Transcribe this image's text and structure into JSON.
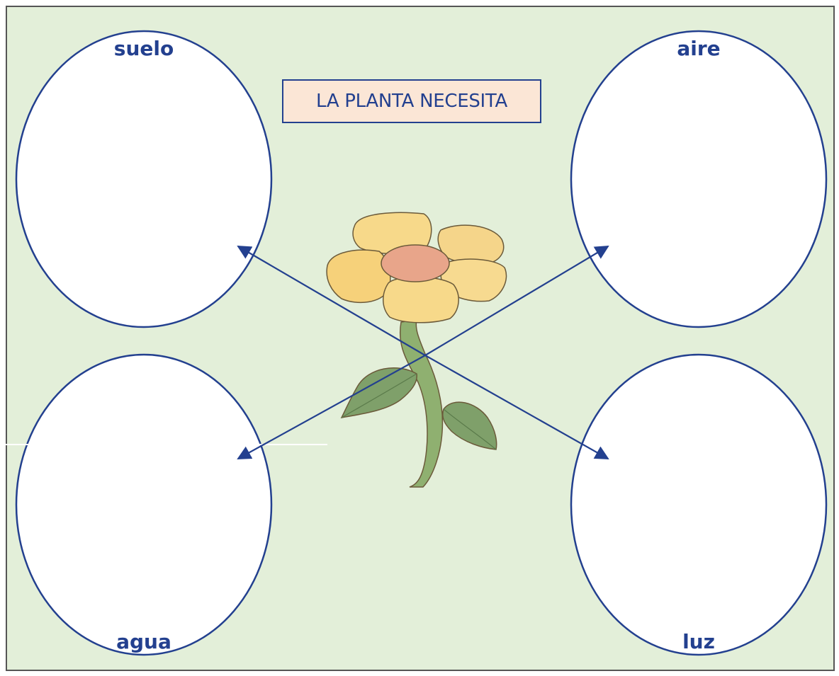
{
  "title": "LA PLANTA NECESITA",
  "circles": [
    {
      "id": "suelo",
      "label": "suelo"
    },
    {
      "id": "aire",
      "label": "aire"
    },
    {
      "id": "agua",
      "label": "agua"
    },
    {
      "id": "luz",
      "label": "luz"
    }
  ],
  "colors": {
    "background": "#e3efd9",
    "outline": "#23408f",
    "title_fill": "#fbe6d6",
    "petal": "#f7d98a",
    "center": "#e8a58a",
    "stem": "#8fb070",
    "leaf": "#7fa06a"
  }
}
